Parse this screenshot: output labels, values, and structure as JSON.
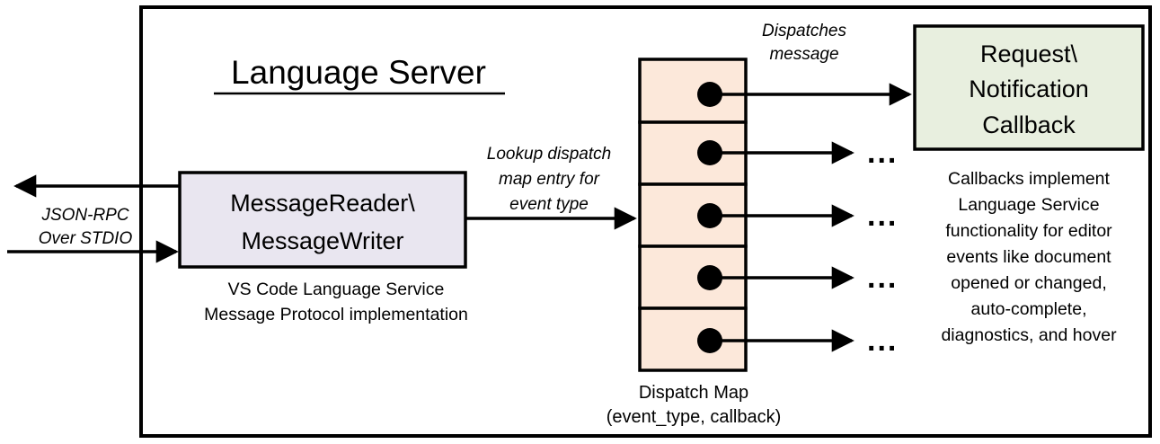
{
  "diagram": {
    "title": "Language Server",
    "frame_label": "language-server-boundary",
    "colors": {
      "stroke": "#000000",
      "background": "#ffffff",
      "message_io_fill": "#e9e6f0",
      "dispatch_map_fill": "#fce8da",
      "callback_fill": "#e8efdf"
    },
    "external_channel": {
      "label_line1": "JSON-RPC",
      "label_line2": "Over STDIO",
      "outbound_arrow": "arrow-out-left",
      "inbound_arrow": "arrow-in-right"
    },
    "message_io_node": {
      "line1": "MessageReader\\",
      "line2": "MessageWriter",
      "caption_line1": "VS Code Language Service",
      "caption_line2": "Message Protocol implementation"
    },
    "lookup_annotation": {
      "line1": "Lookup dispatch",
      "line2": "map entry for",
      "line3": "event type"
    },
    "dispatch_map": {
      "caption_line1": "Dispatch Map",
      "caption_line2": "(event_type, callback)",
      "entries": [
        {
          "index": 0,
          "target": "callback-box",
          "ellipsis": ""
        },
        {
          "index": 1,
          "target": "ellipsis",
          "ellipsis": "..."
        },
        {
          "index": 2,
          "target": "ellipsis",
          "ellipsis": "..."
        },
        {
          "index": 3,
          "target": "ellipsis",
          "ellipsis": "..."
        },
        {
          "index": 4,
          "target": "ellipsis",
          "ellipsis": "..."
        }
      ]
    },
    "dispatch_annotation": {
      "line1": "Dispatches",
      "line2": "message"
    },
    "callback_node": {
      "line1": "Request\\",
      "line2": "Notification",
      "line3": "Callback",
      "caption_lines": [
        "Callbacks implement",
        "Language Service",
        "functionality for editor",
        "events like document",
        "opened or changed,",
        "auto-complete,",
        "diagnostics, and hover"
      ]
    }
  }
}
